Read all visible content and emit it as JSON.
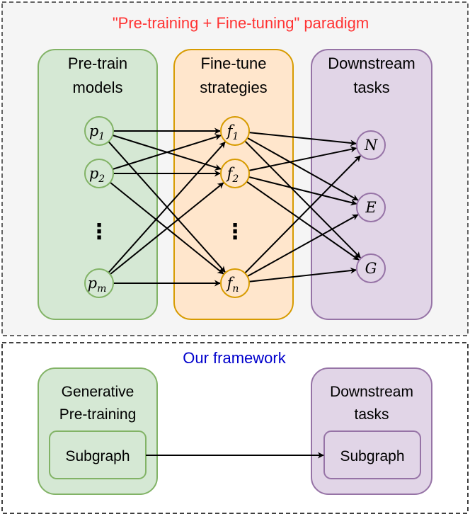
{
  "top_section": {
    "title": "\"Pre-training + Fine-tuning\" paradigm",
    "title_color": "#ff3333",
    "background": "#f5f5f5",
    "columns": {
      "pretrain": {
        "label_line1": "Pre-train",
        "label_line2": "models",
        "fill": "#d5e8d4",
        "stroke": "#82b366",
        "nodes": [
          {
            "base": "p",
            "sub": "1"
          },
          {
            "base": "p",
            "sub": "2"
          },
          {
            "base": "p",
            "sub": "m"
          }
        ],
        "ellipsis": "⋮"
      },
      "finetune": {
        "label_line1": "Fine-tune",
        "label_line2": "strategies",
        "fill": "#ffe6cc",
        "stroke": "#d79b00",
        "nodes": [
          {
            "base": "f",
            "sub": "1"
          },
          {
            "base": "f",
            "sub": "2"
          },
          {
            "base": "f",
            "sub": "n"
          }
        ],
        "ellipsis": "⋮"
      },
      "downstream": {
        "label_line1": "Downstream",
        "label_line2": "tasks",
        "fill": "#e1d5e7",
        "stroke": "#9673a6",
        "nodes": [
          {
            "base": "N",
            "sub": ""
          },
          {
            "base": "E",
            "sub": ""
          },
          {
            "base": "G",
            "sub": ""
          }
        ]
      }
    }
  },
  "bottom_section": {
    "title": "Our framework",
    "title_color": "#0000cc",
    "pretrain_box": {
      "label_line1": "Generative",
      "label_line2": "Pre-training",
      "inner_label": "Subgraph"
    },
    "downstream_box": {
      "label_line1": "Downstream",
      "label_line2": "tasks",
      "inner_label": "Subgraph"
    }
  }
}
